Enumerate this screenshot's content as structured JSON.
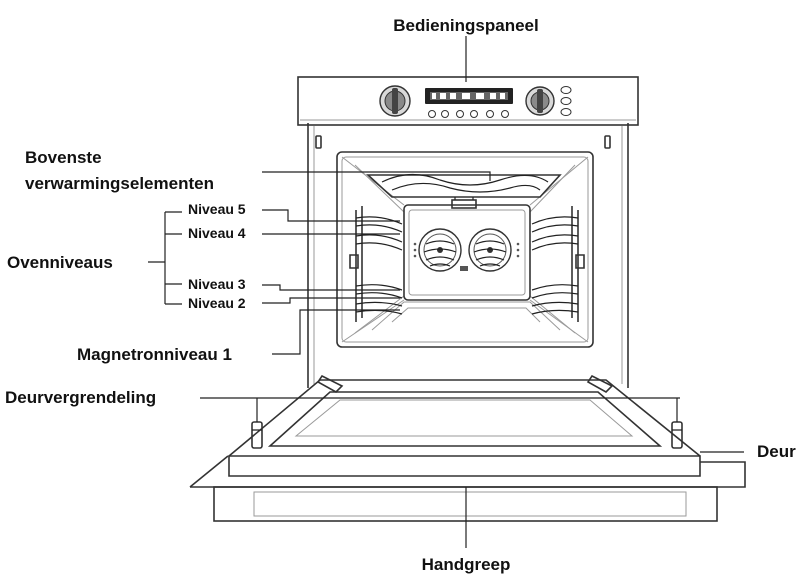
{
  "labels": {
    "control_panel": "Bedieningspaneel",
    "top_heating_line1": "Bovenste",
    "top_heating_line2": "verwarmingselementen",
    "level5": "Niveau 5",
    "level4": "Niveau 4",
    "oven_levels": "Ovenniveaus",
    "level3": "Niveau 3",
    "level2": "Niveau 2",
    "magnetron_level1": "Magnetronniveau 1",
    "door_lock": "Deurvergrendeling",
    "door": "Deur",
    "handle": "Handgreep"
  },
  "icons": [
    "dial-icon",
    "display-icon",
    "fan-icon",
    "rack-icon",
    "hinge-icon"
  ]
}
